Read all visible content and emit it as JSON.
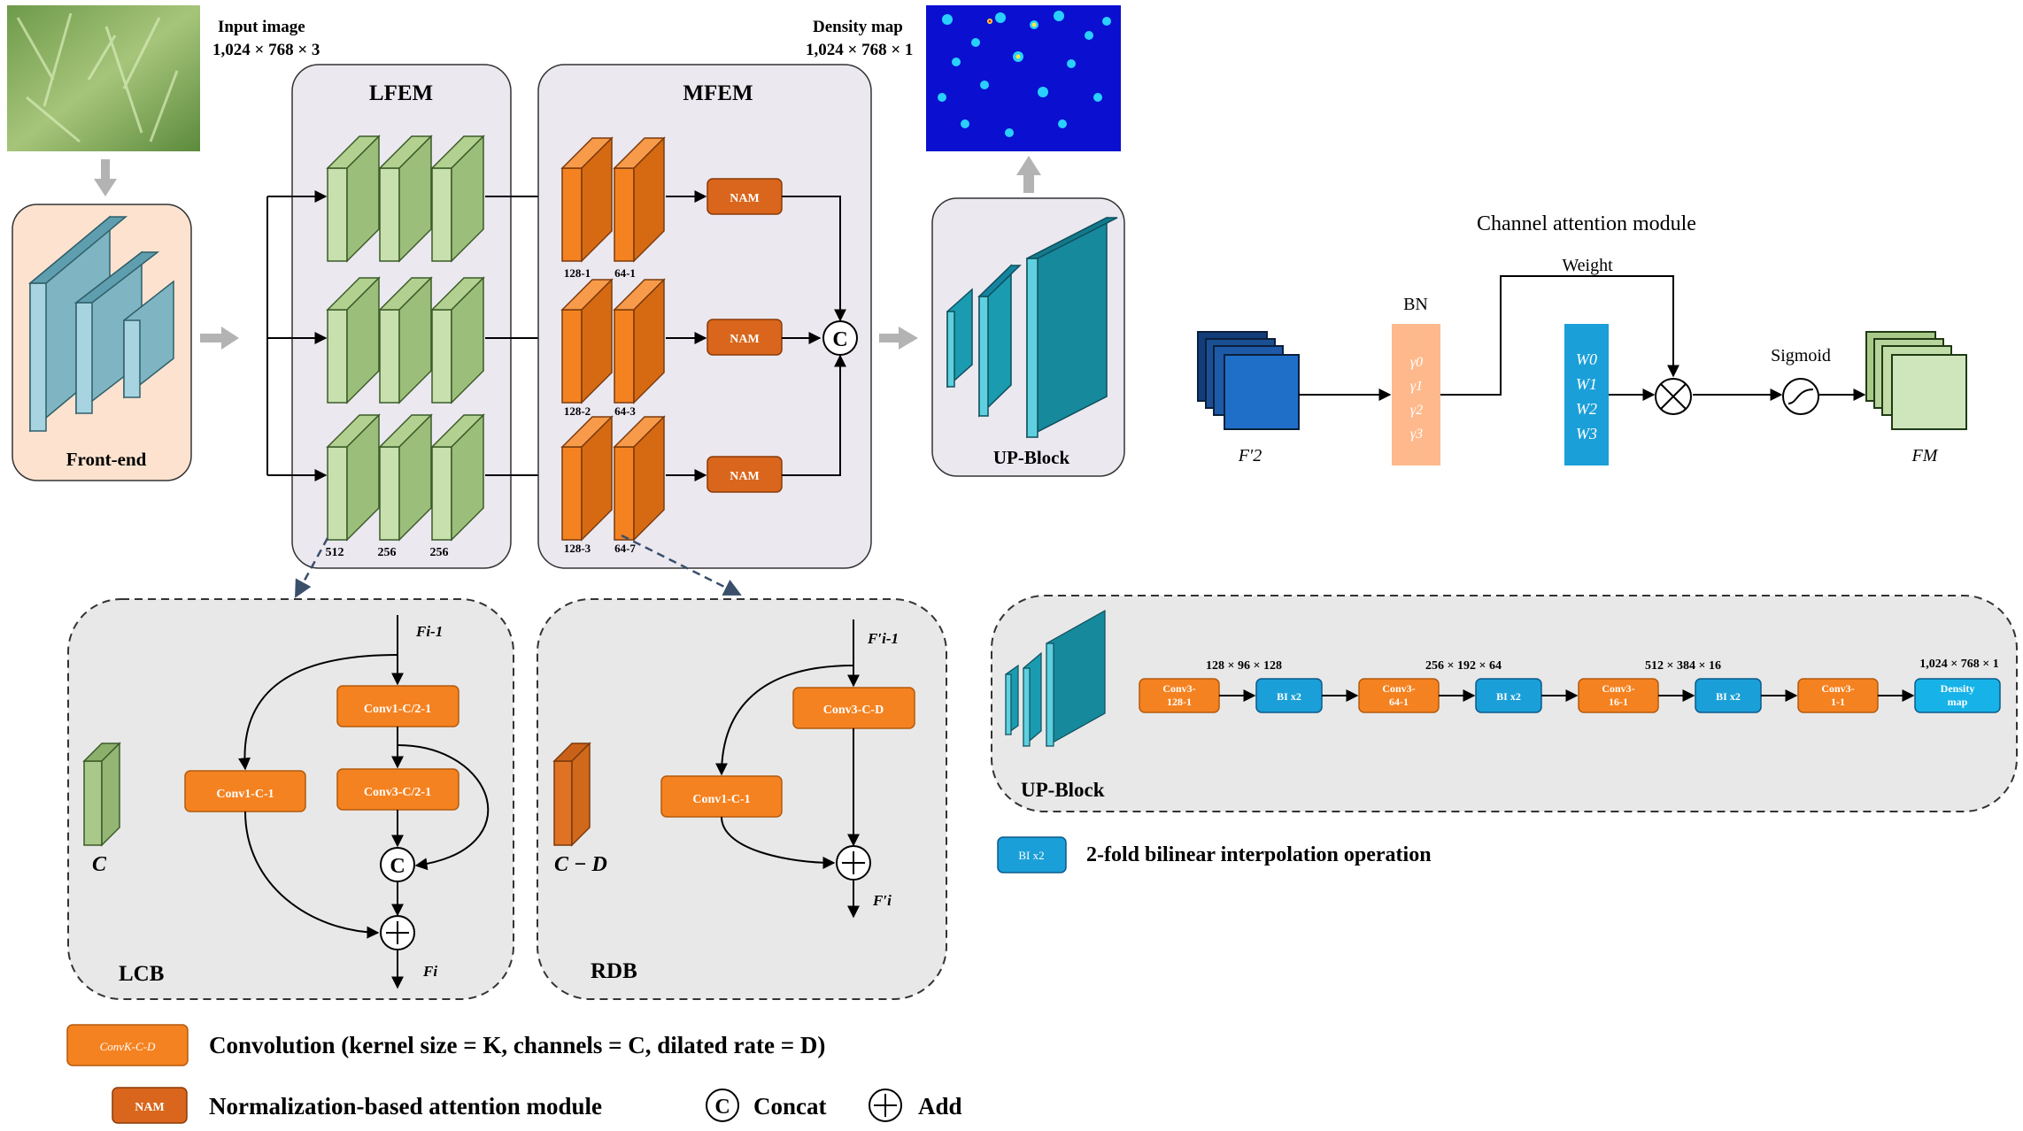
{
  "input": {
    "title": "Input image",
    "dims": "1,024 × 768 × 3"
  },
  "density": {
    "title": "Density map",
    "dims": "1,024 × 768 × 1"
  },
  "frontend": {
    "label": "Front-end"
  },
  "lfem": {
    "title": "LFEM",
    "labels": [
      "512",
      "256",
      "256"
    ]
  },
  "mfem": {
    "title": "MFEM",
    "row_labels": [
      [
        "128-1",
        "64-1"
      ],
      [
        "128-2",
        "64-3"
      ],
      [
        "128-3",
        "64-7"
      ]
    ],
    "nam": "NAM"
  },
  "upblock": {
    "label": "UP-Block"
  },
  "attention": {
    "title": "Channel attention module",
    "weight": "Weight",
    "bn": "BN",
    "gammas": [
      "γ0",
      "γ1",
      "γ2",
      "γ3"
    ],
    "weights": [
      "W0",
      "W1",
      "W2",
      "W3"
    ],
    "sigmoid": "Sigmoid",
    "input_label": "F′2",
    "output_label": "FM"
  },
  "lcb": {
    "label": "LCB",
    "channel": "C",
    "in": "Fi-1",
    "out": "Fi",
    "conv_a": "Conv1-C/2-1",
    "conv_b": "Conv3-C/2-1",
    "conv_c": "Conv1-C-1"
  },
  "rdb": {
    "label": "RDB",
    "channel": "C − D",
    "in": "F′i-1",
    "out": "F′i",
    "conv_a": "Conv3-C-D",
    "conv_b": "Conv1-C-1"
  },
  "up_detail": {
    "label": "UP-Block",
    "steps": [
      {
        "conv": [
          "Conv3-",
          "128-1"
        ],
        "bi": "BI x2",
        "dims": "128 × 96 × 128"
      },
      {
        "conv": [
          "Conv3-",
          "64-1"
        ],
        "bi": "BI x2",
        "dims": "256 × 192 × 64"
      },
      {
        "conv": [
          "Conv3-",
          "16-1"
        ],
        "bi": "BI x2",
        "dims": "512 × 384 × 16"
      }
    ],
    "final_conv": [
      "Conv3-",
      "1-1"
    ],
    "output": [
      "Density",
      "map"
    ],
    "output_dims": "1,024 × 768 × 1"
  },
  "legend": {
    "bi_tag": "BI x2",
    "bi_text": "2-fold bilinear interpolation operation",
    "conv_tag": "ConvK-C-D",
    "conv_text": "Convolution (kernel size = K, channels = C, dilated rate = D)",
    "nam_tag": "NAM",
    "nam_text": "Normalization-based attention module",
    "concat_symbol": "C",
    "concat": "Concat",
    "add": "Add"
  },
  "colors": {
    "green": "#a9c98a",
    "orange": "#f58220",
    "blue": "#1f6fc9",
    "teal": "#1a9bb0",
    "peach": "#fde3cf",
    "panel": "#ebe8f0",
    "grey_panel": "#e8e8e8"
  }
}
